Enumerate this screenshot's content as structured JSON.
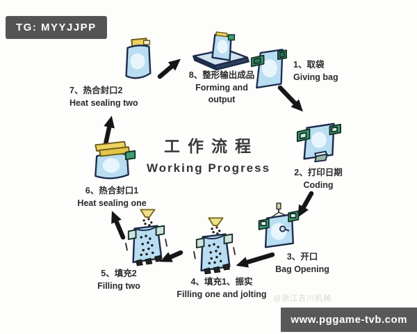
{
  "page": {
    "tg_badge": "TG: MYYJJPP",
    "site_badge": "www.pggame-tvb.com",
    "watermark": "@浙江吉川机械"
  },
  "title": {
    "zh": "工作流程",
    "en": "Working Progress"
  },
  "steps": [
    {
      "zh": "1、取袋",
      "en": "Giving bag",
      "icon": "flat-bag"
    },
    {
      "zh": "2、打印日期",
      "en": "Coding",
      "icon": "bag-with-date-coder"
    },
    {
      "zh": "3、开口",
      "en": "Bag Opening",
      "icon": "bag-opening-suction"
    },
    {
      "zh": "4、填充1、振实",
      "en": "Filling one and jolting",
      "icon": "funnel-filling-jolting-bag"
    },
    {
      "zh": "5、填充2",
      "en": "Filling two",
      "icon": "funnel-filling-bag"
    },
    {
      "zh": "6、热合封口1",
      "en": "Heat sealing one",
      "icon": "bag-heat-seal-bars"
    },
    {
      "zh": "7、热合封口2",
      "en": "Heat sealing two",
      "icon": "sealed-bag-with-cap"
    },
    {
      "zh": "8、整形输出成品",
      "en": "Forming and output",
      "icon": "bag-on-conveyor"
    }
  ],
  "colors": {
    "bag_blue": "#b9ddf1",
    "bag_highlight": "#e8f5fc",
    "bag_outline": "#1c2b4a",
    "clip_green": "#3f9e72",
    "seal_yellow": "#ecd25e",
    "arrow_black": "#161616",
    "badge_gray": "#58585a"
  }
}
